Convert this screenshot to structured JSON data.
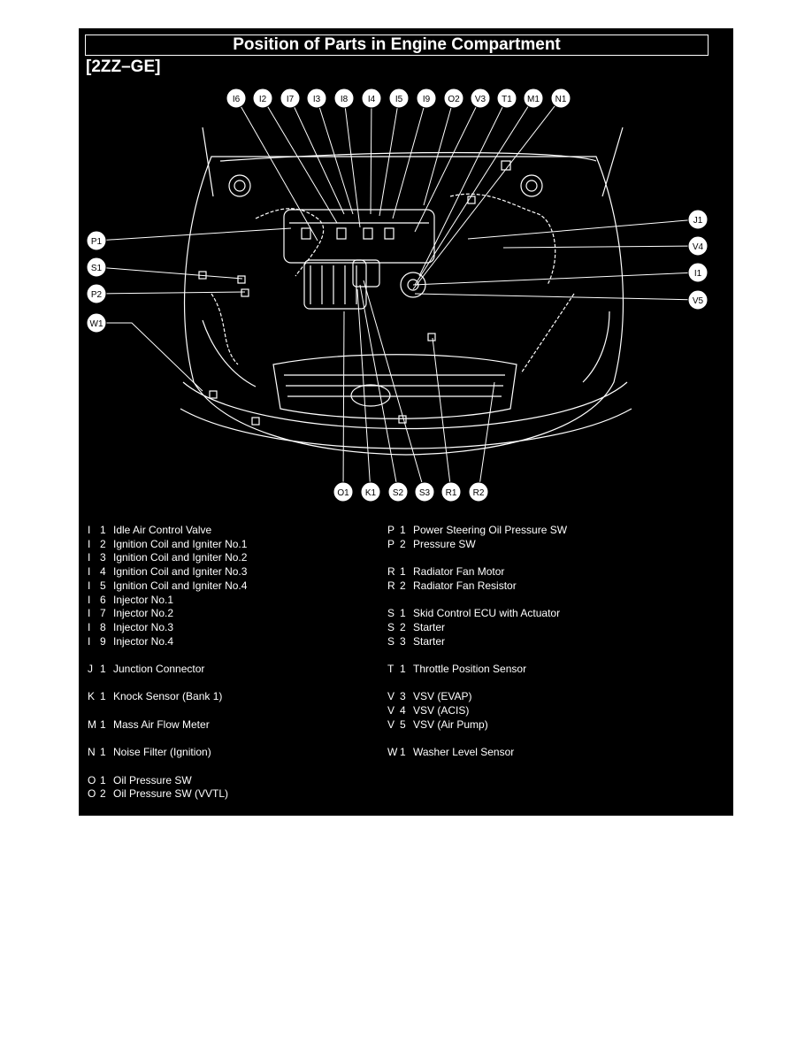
{
  "header": {
    "title": "Position of Parts in Engine Compartment",
    "subtitle": "[2ZZ–GE]"
  },
  "labels": {
    "top": [
      "I6",
      "I2",
      "I7",
      "I3",
      "I8",
      "I4",
      "I5",
      "I9",
      "O2",
      "V3",
      "T1",
      "M1",
      "N1"
    ],
    "left": [
      "P1",
      "S1",
      "P2",
      "W1"
    ],
    "right": [
      "J1",
      "V4",
      "I1",
      "V5"
    ],
    "bottom": [
      "O1",
      "K1",
      "S2",
      "S3",
      "R1",
      "R2"
    ]
  },
  "parts_left": [
    {
      "letter": "I",
      "num": "1",
      "name": "Idle Air Control Valve",
      "row": 0
    },
    {
      "letter": "I",
      "num": "2",
      "name": "Ignition Coil and Igniter No.1",
      "row": 1
    },
    {
      "letter": "I",
      "num": "3",
      "name": "Ignition Coil and Igniter No.2",
      "row": 2
    },
    {
      "letter": "I",
      "num": "4",
      "name": "Ignition Coil and Igniter No.3",
      "row": 3
    },
    {
      "letter": "I",
      "num": "5",
      "name": "Ignition Coil and Igniter No.4",
      "row": 4
    },
    {
      "letter": "I",
      "num": "6",
      "name": "Injector No.1",
      "row": 5
    },
    {
      "letter": "I",
      "num": "7",
      "name": "Injector No.2",
      "row": 6
    },
    {
      "letter": "I",
      "num": "8",
      "name": "Injector No.3",
      "row": 7
    },
    {
      "letter": "I",
      "num": "9",
      "name": "Injector No.4",
      "row": 8
    },
    {
      "letter": "J",
      "num": "1",
      "name": "Junction Connector",
      "row": 10
    },
    {
      "letter": "K",
      "num": "1",
      "name": "Knock Sensor (Bank 1)",
      "row": 12
    },
    {
      "letter": "M",
      "num": "1",
      "name": "Mass Air Flow Meter",
      "row": 14
    },
    {
      "letter": "N",
      "num": "1",
      "name": "Noise Filter (Ignition)",
      "row": 16
    },
    {
      "letter": "O",
      "num": "1",
      "name": "Oil Pressure SW",
      "row": 18
    },
    {
      "letter": "O",
      "num": "2",
      "name": "Oil Pressure SW (VVTL)",
      "row": 19
    }
  ],
  "parts_right": [
    {
      "letter": "P",
      "num": "1",
      "name": "Power Steering Oil Pressure SW",
      "row": 0
    },
    {
      "letter": "P",
      "num": "2",
      "name": "Pressure SW",
      "row": 1
    },
    {
      "letter": "R",
      "num": "1",
      "name": "Radiator Fan Motor",
      "row": 3
    },
    {
      "letter": "R",
      "num": "2",
      "name": "Radiator Fan Resistor",
      "row": 4
    },
    {
      "letter": "S",
      "num": "1",
      "name": "Skid Control ECU with Actuator",
      "row": 6
    },
    {
      "letter": "S",
      "num": "2",
      "name": "Starter",
      "row": 7
    },
    {
      "letter": "S",
      "num": "3",
      "name": "Starter",
      "row": 8
    },
    {
      "letter": "T",
      "num": "1",
      "name": "Throttle Position Sensor",
      "row": 10
    },
    {
      "letter": "V",
      "num": "3",
      "name": "VSV (EVAP)",
      "row": 12
    },
    {
      "letter": "V",
      "num": "4",
      "name": "VSV (ACIS)",
      "row": 13
    },
    {
      "letter": "V",
      "num": "5",
      "name": "VSV (Air Pump)",
      "row": 14
    },
    {
      "letter": "W",
      "num": "1",
      "name": "Washer Level Sensor",
      "row": 16
    }
  ]
}
